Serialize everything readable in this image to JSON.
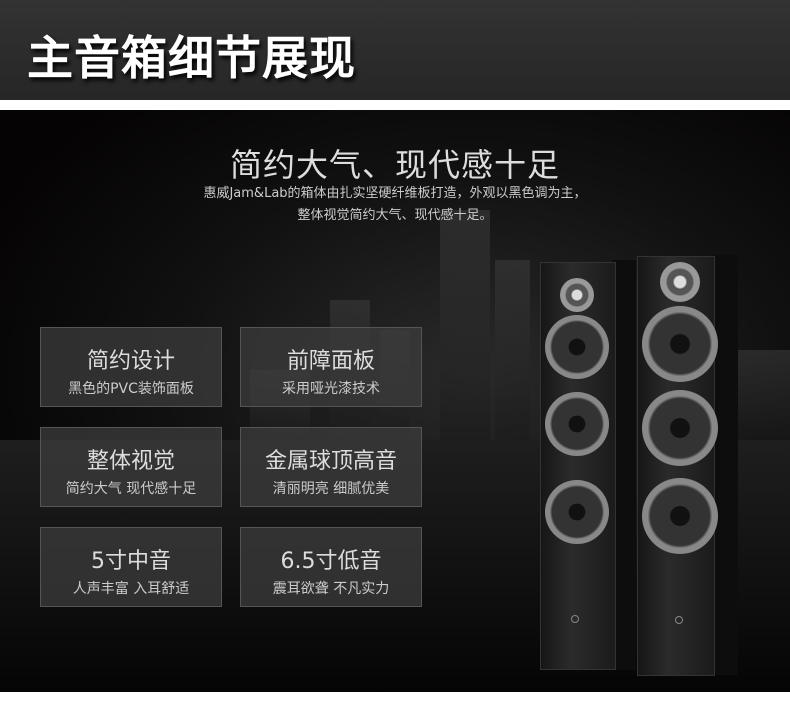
{
  "header": {
    "title": "主音箱细节展现"
  },
  "intro": {
    "headline": "简约大气、现代感十足",
    "line1": "惠威Jam&Lab的箱体由扎实坚硬纤维板打造，外观以黑色调为主，",
    "line2": "整体视觉简约大气、现代感十足。"
  },
  "features": [
    {
      "title": "简约设计",
      "desc": "黑色的PVC装饰面板"
    },
    {
      "title": "前障面板",
      "desc": "采用哑光漆技术"
    },
    {
      "title": "整体视觉",
      "desc": "简约大气 现代感十足"
    },
    {
      "title": "金属球顶高音",
      "desc": "清丽明亮 细腻优美"
    },
    {
      "title": "5寸中音",
      "desc": "人声丰富 入耳舒适"
    },
    {
      "title": "6.5寸低音",
      "desc": "震耳欲聋 不凡实力"
    }
  ]
}
